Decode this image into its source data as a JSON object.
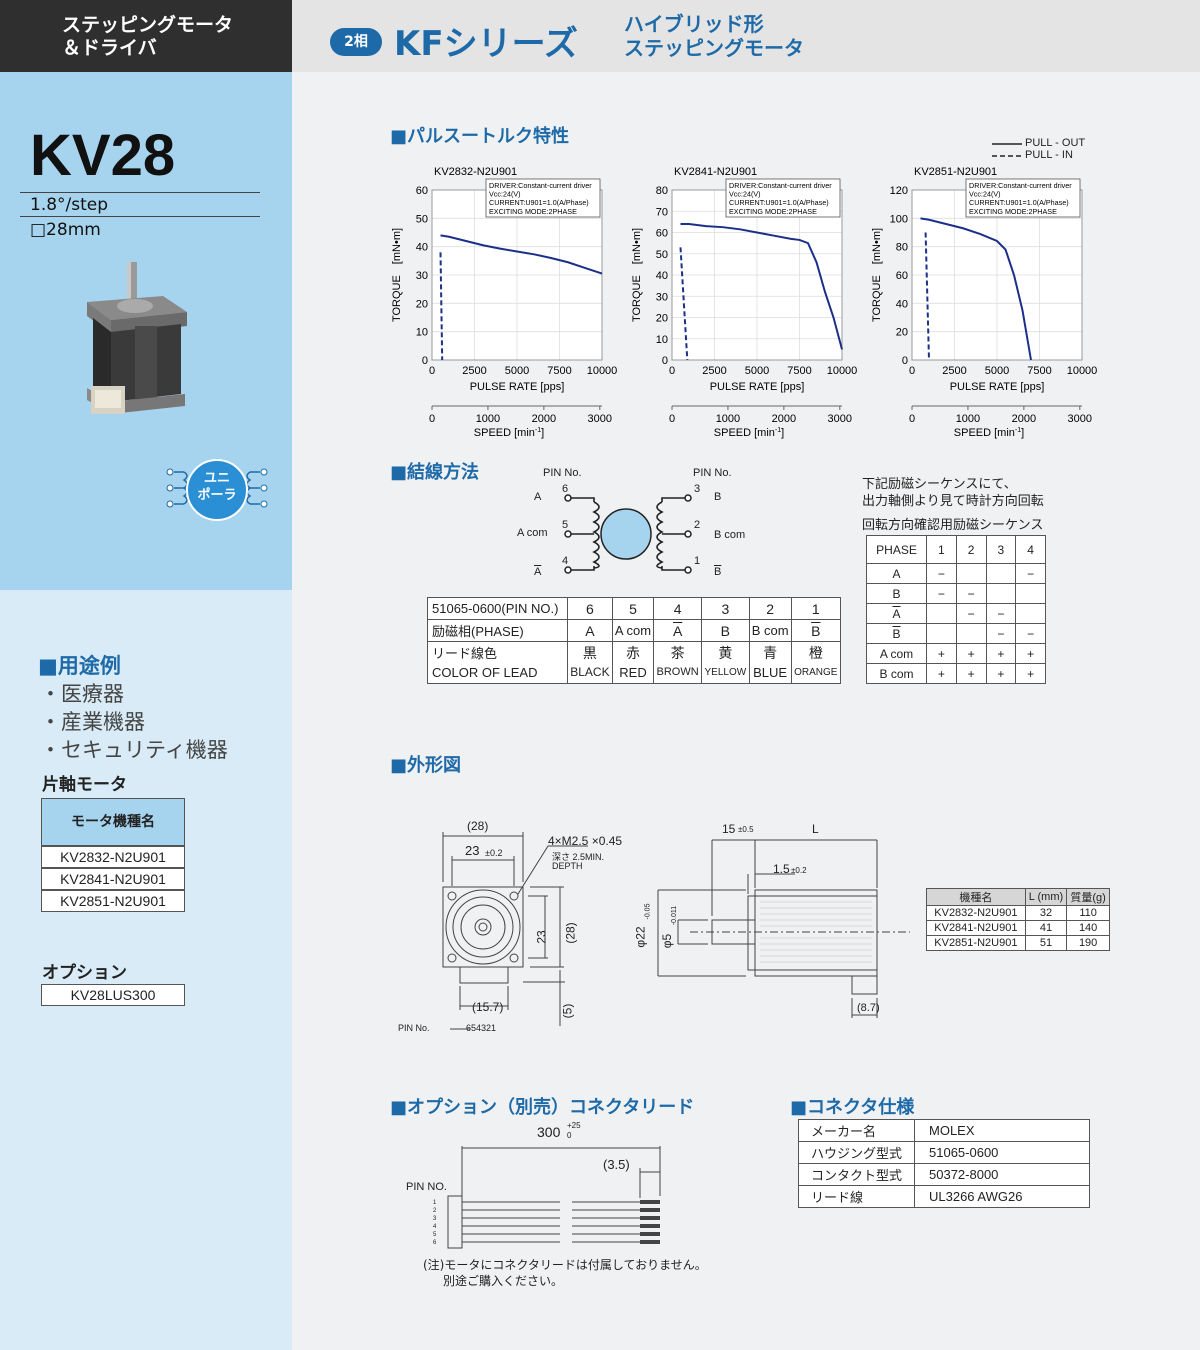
{
  "header": {
    "category_line1": "ステッピングモータ",
    "category_line2": "＆ドライバ",
    "phase_badge": "2相",
    "series": "KFシリーズ",
    "series_sub1": "ハイブリッド形",
    "series_sub2": "ステッピングモータ"
  },
  "model": {
    "name": "KV28",
    "step_angle": "1.8°/step",
    "frame": "□28mm",
    "unipolar_badge_1": "ユニ",
    "unipolar_badge_2": "ポーラ"
  },
  "applications": {
    "title": "■用途例",
    "items": [
      "・医療器",
      "・産業機器",
      "・セキュリティ機器"
    ]
  },
  "single_shaft": {
    "title": "片軸モータ",
    "header": "モータ機種名",
    "models": [
      "KV2832-N2U901",
      "KV2841-N2U901",
      "KV2851-N2U901"
    ]
  },
  "options": {
    "title": "オプション",
    "item": "KV28LUS300"
  },
  "pulse_torque": {
    "title": "■パルスートルク特性",
    "legend_pullout": "PULL - OUT",
    "legend_pullin": "PULL - IN",
    "driver_lines": [
      "DRIVER:Constant-current driver",
      "Vcc:24(V)",
      "CURRENT:U901=1.0(A/Phase)",
      "EXCITING MODE:2PHASE"
    ],
    "ylabel": "TORQUE　[mN•m]",
    "xlabel": "PULSE RATE [pps]",
    "xlabel2": "SPEED [min",
    "xlabel2_sup": "-1",
    "xlabel2_end": "]"
  },
  "chart_data": [
    {
      "type": "line",
      "title": "KV2832-N2U901",
      "xlabel": "PULSE RATE [pps]",
      "ylabel": "TORQUE [mN•m]",
      "xlim": [
        0,
        10000
      ],
      "ylim": [
        0,
        60
      ],
      "xticks": [
        0,
        2500,
        5000,
        7500,
        10000
      ],
      "yticks": [
        0,
        10,
        20,
        30,
        40,
        50,
        60
      ],
      "speed_ticks": [
        0,
        1000,
        2000,
        3000
      ],
      "series": [
        {
          "name": "PULL - OUT",
          "x": [
            500,
            1000,
            2000,
            3000,
            4000,
            5000,
            6000,
            7000,
            8000,
            9000,
            10000
          ],
          "y": [
            44,
            43.5,
            42,
            40.5,
            39.3,
            38.3,
            37.3,
            36,
            34.5,
            32.5,
            30.5
          ]
        },
        {
          "name": "PULL - IN",
          "x": [
            500,
            600
          ],
          "y": [
            38,
            0
          ]
        }
      ]
    },
    {
      "type": "line",
      "title": "KV2841-N2U901",
      "xlabel": "PULSE RATE [pps]",
      "ylabel": "TORQUE [mN•m]",
      "xlim": [
        0,
        10000
      ],
      "ylim": [
        0,
        80
      ],
      "xticks": [
        0,
        2500,
        5000,
        7500,
        10000
      ],
      "yticks": [
        0,
        10,
        20,
        30,
        40,
        50,
        60,
        70,
        80
      ],
      "speed_ticks": [
        0,
        1000,
        2000,
        3000
      ],
      "series": [
        {
          "name": "PULL - OUT",
          "x": [
            500,
            1000,
            2000,
            3000,
            4000,
            5000,
            6000,
            7000,
            7500,
            8000,
            8500,
            9000,
            9500,
            10000
          ],
          "y": [
            64,
            64,
            63,
            62.5,
            61.5,
            60,
            58.5,
            57,
            56.5,
            55,
            46,
            32,
            20,
            5
          ]
        },
        {
          "name": "PULL - IN",
          "x": [
            500,
            900
          ],
          "y": [
            53,
            0
          ]
        }
      ]
    },
    {
      "type": "line",
      "title": "KV2851-N2U901",
      "xlabel": "PULSE RATE [pps]",
      "ylabel": "TORQUE [mN•m]",
      "xlim": [
        0,
        10000
      ],
      "ylim": [
        0,
        120
      ],
      "xticks": [
        0,
        2500,
        5000,
        7500,
        10000
      ],
      "yticks": [
        0,
        20,
        40,
        60,
        80,
        100,
        120
      ],
      "speed_ticks": [
        0,
        1000,
        2000,
        3000
      ],
      "series": [
        {
          "name": "PULL - OUT",
          "x": [
            500,
            1000,
            2000,
            3000,
            4000,
            5000,
            5500,
            6000,
            6500,
            7000
          ],
          "y": [
            100,
            99,
            96,
            93,
            89,
            84,
            78,
            60,
            35,
            0
          ]
        },
        {
          "name": "PULL - IN",
          "x": [
            800,
            1000
          ],
          "y": [
            90,
            0
          ]
        }
      ]
    }
  ],
  "wiring": {
    "title": "■結線方法",
    "pin_label": "PIN No.",
    "left_pins": [
      "A",
      "A com",
      "A"
    ],
    "left_nums": [
      "6",
      "5",
      "4"
    ],
    "right_pins": [
      "B",
      "B com",
      "B"
    ],
    "right_nums": [
      "3",
      "2",
      "1"
    ],
    "note1": "下記励磁シーケンスにて、",
    "note2": "出力軸側より見て時計方向回転",
    "seq_title": "回転方向確認用励磁シーケンス"
  },
  "pin_table": {
    "head": [
      "51065-0600(PIN NO.)",
      "6",
      "5",
      "4",
      "3",
      "2",
      "1"
    ],
    "phase_label": "励磁相(PHASE)",
    "phases": [
      "A",
      "A com",
      "A",
      "B",
      "B com",
      "B"
    ],
    "color_label_jp": "リード線色",
    "color_label_en": "COLOR OF LEAD",
    "colors_jp": [
      "黒",
      "赤",
      "茶",
      "黄",
      "青",
      "橙"
    ],
    "colors_en": [
      "BLACK",
      "RED",
      "BROWN",
      "YELLOW",
      "BLUE",
      "ORANGE"
    ]
  },
  "sequence": {
    "head": [
      "PHASE",
      "1",
      "2",
      "3",
      "4"
    ],
    "rows": [
      [
        "A",
        "−",
        "",
        "",
        "−"
      ],
      [
        "B",
        "−",
        "−",
        "",
        ""
      ],
      [
        "A",
        "",
        "−",
        "−",
        ""
      ],
      [
        "B",
        "",
        "",
        "−",
        "−"
      ],
      [
        "A com",
        "+",
        "+",
        "+",
        "+"
      ],
      [
        "B com",
        "+",
        "+",
        "+",
        "+"
      ]
    ]
  },
  "outline": {
    "title": "■外形図",
    "dims": {
      "d28": "(28)",
      "d23": "23",
      "tol02": "±0.2",
      "screw": "4×M2.5 ×0.45",
      "depth": "深さ 2.5MIN.",
      "depth_en": "DEPTH",
      "d157": "(15.7)",
      "d5": "(5)",
      "pin_no": "PIN No.",
      "pins": "654321",
      "d15": "15",
      "tol05": "±0.5",
      "L": "L",
      "d15b": "1.5",
      "d22": "φ22",
      "d22tol": "-0.05",
      "d5s": "φ5",
      "d5tol": "-0.011",
      "d87": "(8.7)",
      "zero": "0"
    }
  },
  "spec_table": {
    "head": [
      "機種名",
      "L (mm)",
      "質量(g)"
    ],
    "rows": [
      [
        "KV2832-N2U901",
        "32",
        "110"
      ],
      [
        "KV2841-N2U901",
        "41",
        "140"
      ],
      [
        "KV2851-N2U901",
        "51",
        "190"
      ]
    ]
  },
  "option_lead": {
    "title": "■オプション（別売）コネクタリード",
    "len": "300",
    "len_tol_up": "+25",
    "len_tol_lo": "0",
    "d35": "(3.5)",
    "pin_no": "PIN NO.",
    "pins": [
      "1",
      "2",
      "3",
      "4",
      "5",
      "6"
    ],
    "note1": "(注)モータにコネクタリードは付属しておりません。",
    "note2": "別途ご購入ください。"
  },
  "connector": {
    "title": "■コネクタ仕様",
    "rows": [
      [
        "メーカー名",
        "MOLEX"
      ],
      [
        "ハウジング型式",
        "51065-0600"
      ],
      [
        "コンタクト型式",
        "50372-8000"
      ],
      [
        "リード線",
        "UL3266 AWG26"
      ]
    ]
  }
}
